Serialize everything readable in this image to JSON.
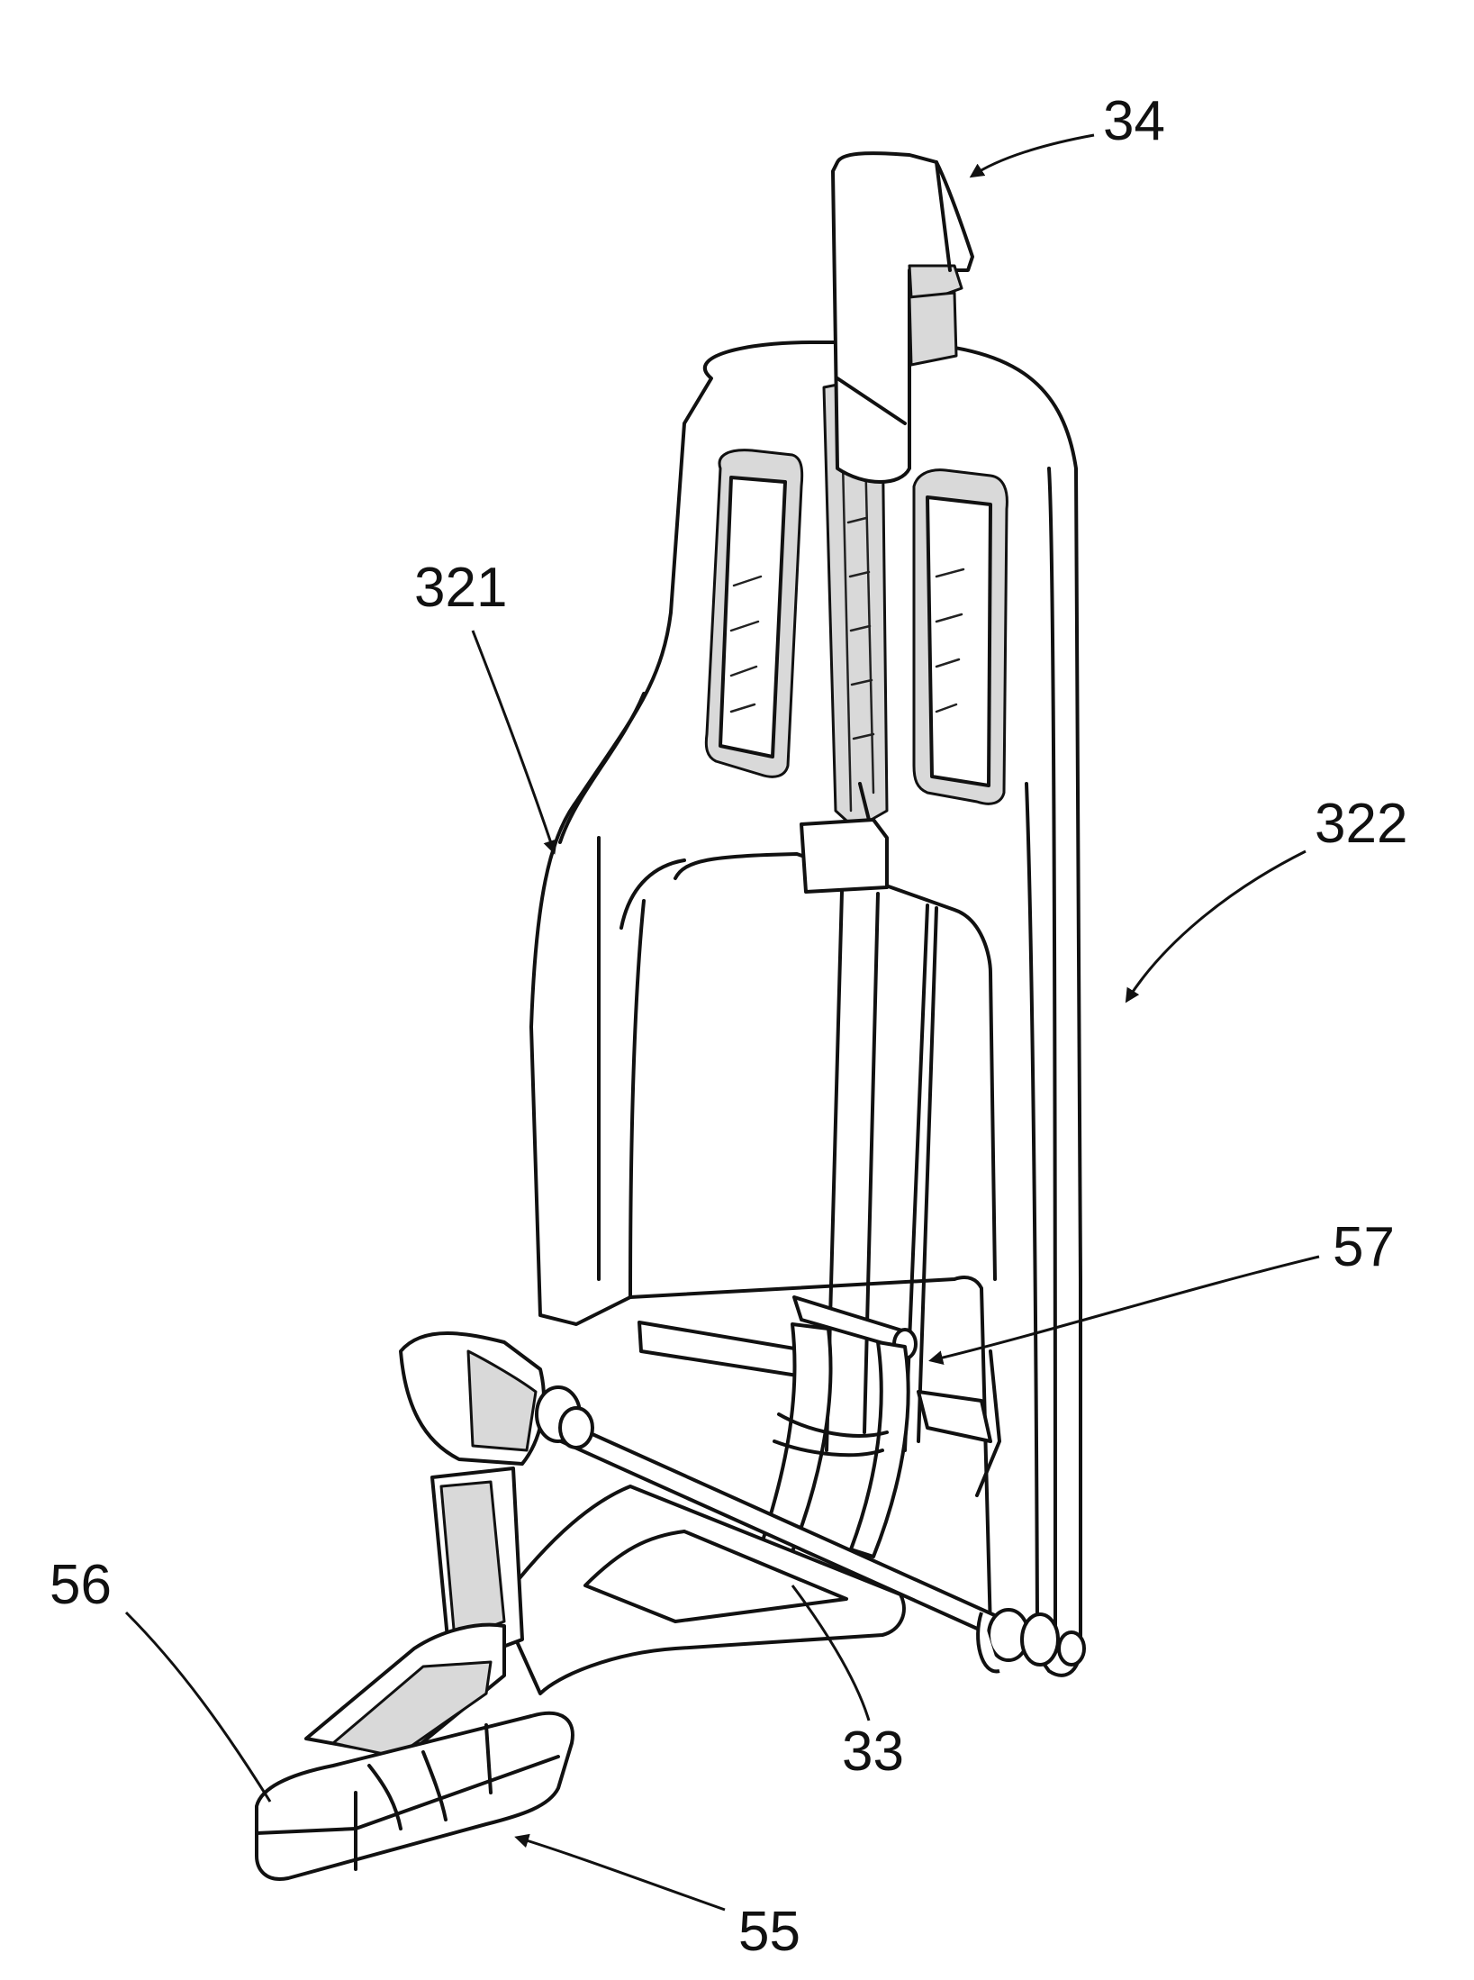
{
  "labels": {
    "l34": "34",
    "l321": "321",
    "l322": "322",
    "l57": "57",
    "l56": "56",
    "l33": "33",
    "l55": "55"
  },
  "colors": {
    "ink": "#111111",
    "paper": "#ffffff"
  }
}
